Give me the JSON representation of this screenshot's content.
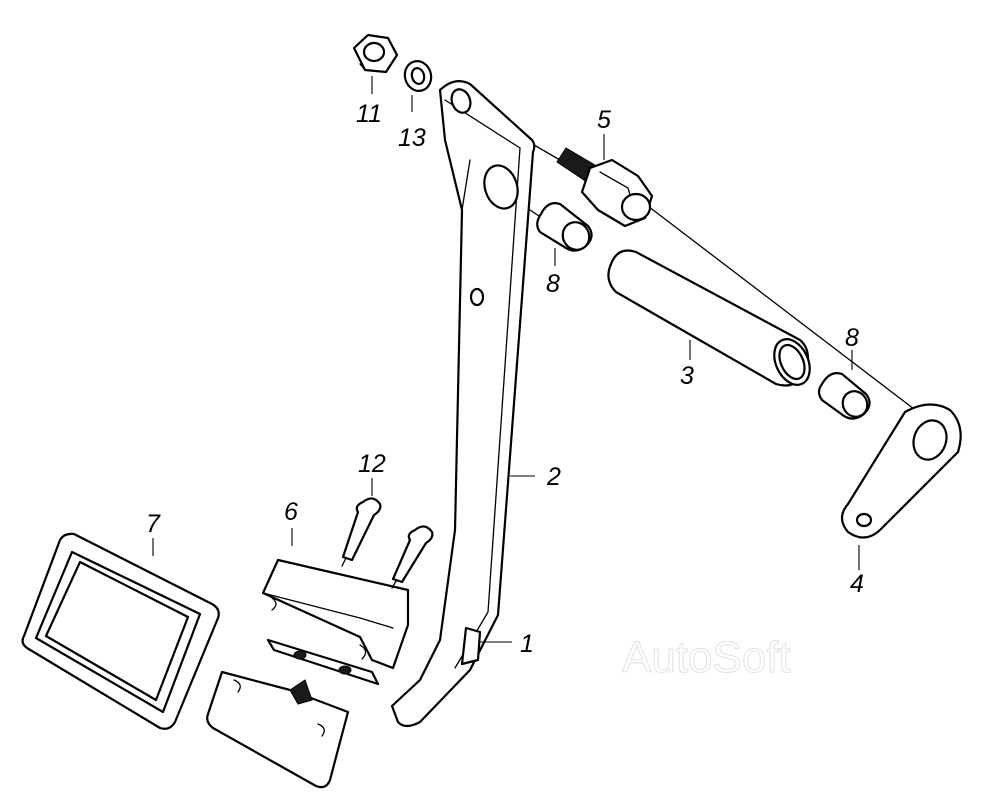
{
  "callouts": {
    "p1": "1",
    "p2": "2",
    "p3": "3",
    "p4": "4",
    "p5": "5",
    "p6": "6",
    "p7": "7",
    "p8a": "8",
    "p8b": "8",
    "p11": "11",
    "p12": "12",
    "p13": "13"
  },
  "watermark": "AutoSoft"
}
